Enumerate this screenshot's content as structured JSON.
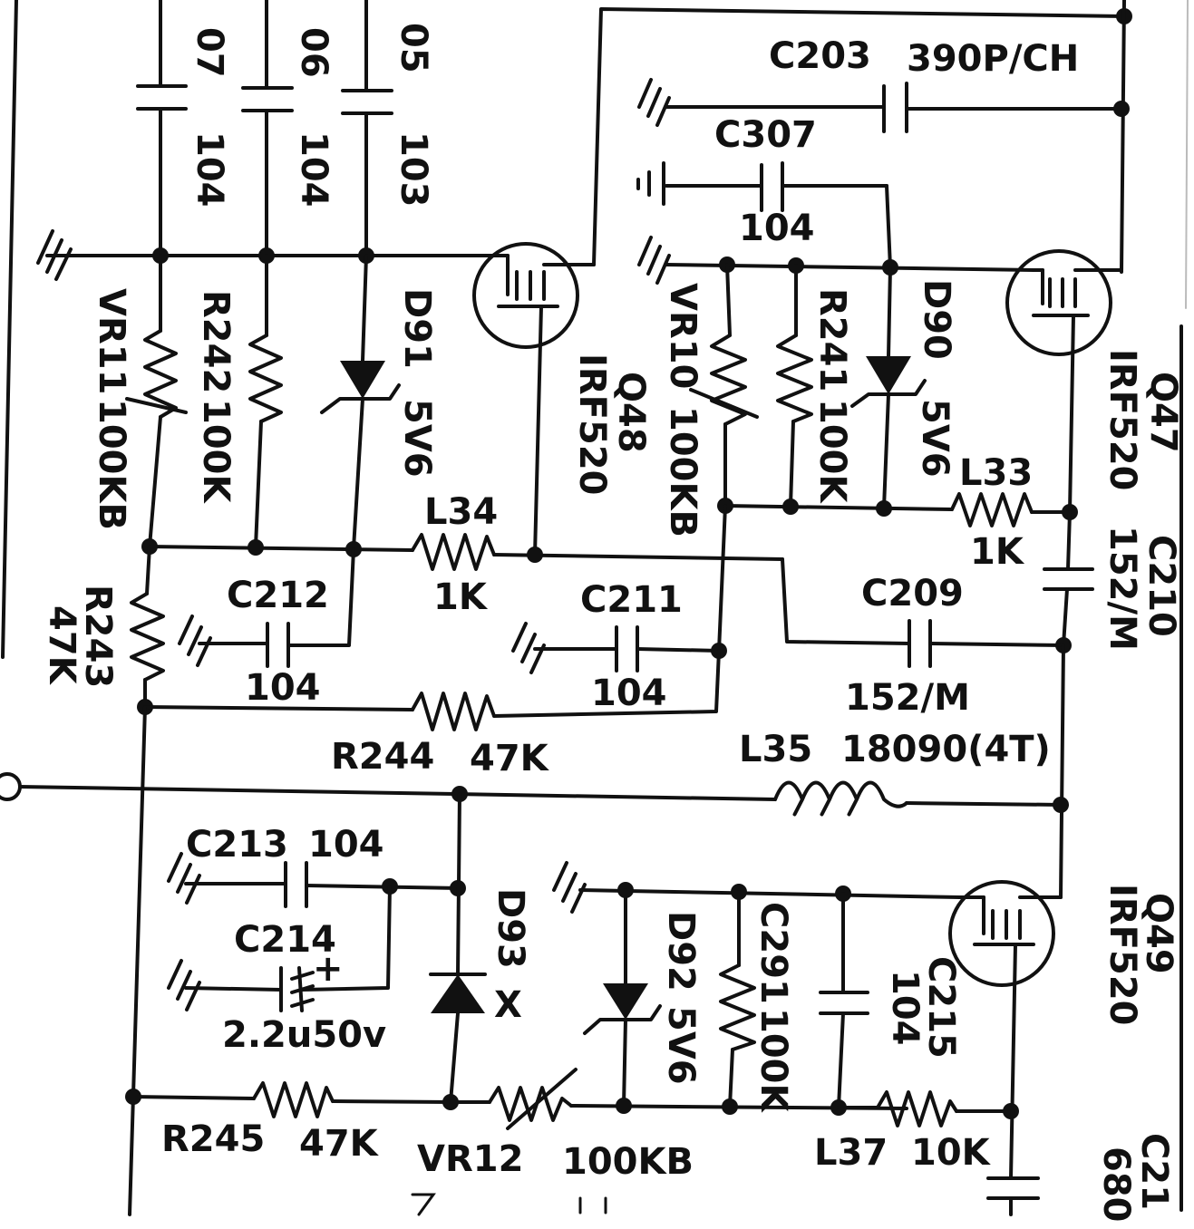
{
  "labels": {
    "c207_partial": "07",
    "c206_partial": "06",
    "c205_partial": "05",
    "c207_value": "104",
    "c206_value": "104",
    "c205_value": "103",
    "c203": "C203",
    "c203_value": "390P/CH",
    "c307": "C307",
    "c307_value": "104",
    "vr11": "VR11",
    "vr11_value": "100KB",
    "r242": "R242",
    "r242_value": "100K",
    "d91": "D91",
    "d91_value": "5V6",
    "q48": "Q48",
    "q48_type": "IRF520",
    "vr10": "VR10",
    "vr10_value": "100KB",
    "r241": "R241",
    "r241_value": "100K",
    "d90": "D90",
    "d90_value": "5V6",
    "q47": "Q47",
    "q47_type": "IRF520",
    "l33": "L33",
    "l33_value": "1K",
    "c210": "C210",
    "c210_value": "152/M",
    "l34": "L34",
    "l34_value": "1K",
    "r243": "R243",
    "r243_value": "47K",
    "c212": "C212",
    "c212_value": "104",
    "c211": "C211",
    "c211_value": "104",
    "c209": "C209",
    "c209_value": "152/M",
    "r244": "R244",
    "r244_value": "47K",
    "l35": "L35",
    "l35_value": "18090(4T)",
    "c213": "C213",
    "c213_value": "104",
    "c214": "C214",
    "c214_polarity": "+",
    "c214_value": "2.2u50v",
    "d93": "D93",
    "d93_mark": "X",
    "d92": "D92",
    "d92_value": "5V6",
    "c291": "C291",
    "c291_value": "100K",
    "c215": "C215",
    "c215_value": "104",
    "q49": "Q49",
    "q49_type": "IRF520",
    "r245": "R245",
    "r245_value": "47K",
    "vr12": "VR12",
    "vr12_value": "100KB",
    "l37": "L37",
    "l37_value": "10K",
    "c21x_partial": "C21",
    "c21x_value_partial": "680"
  }
}
